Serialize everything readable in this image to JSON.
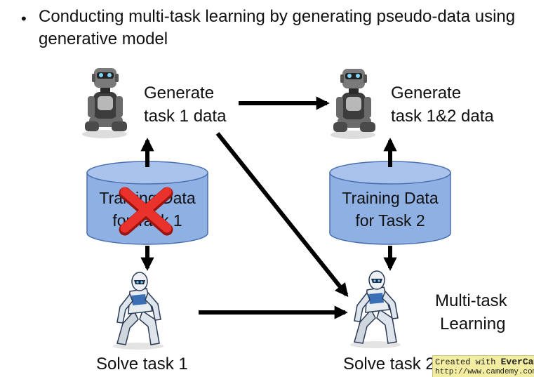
{
  "slide": {
    "bullet": "Conducting multi-task learning by generating pseudo-data using generative model"
  },
  "diagram": {
    "generator_left": [
      "Generate",
      "task 1 data"
    ],
    "generator_right": [
      "Generate",
      "task 1&2 data"
    ],
    "db_left": [
      "Training Data",
      "for Task 1"
    ],
    "db_right": [
      "Training Data",
      "for Task 2"
    ],
    "solver_left": "Solve task 1",
    "solver_right": "Solve task 2",
    "multitask": [
      "Multi-task",
      "Learning"
    ],
    "colors": {
      "cylinder_fill": "#8fb0e3",
      "cylinder_stroke": "#4a6fb0",
      "cross": "#e8322b",
      "arrow": "#000000"
    },
    "icons": [
      "sitting-robot-icon",
      "crouching-robot-icon",
      "red-cross-icon"
    ]
  },
  "watermark": {
    "prefix": "Created with",
    "brand": "EverCam",
    "url": "http://www.camdemy.com"
  }
}
